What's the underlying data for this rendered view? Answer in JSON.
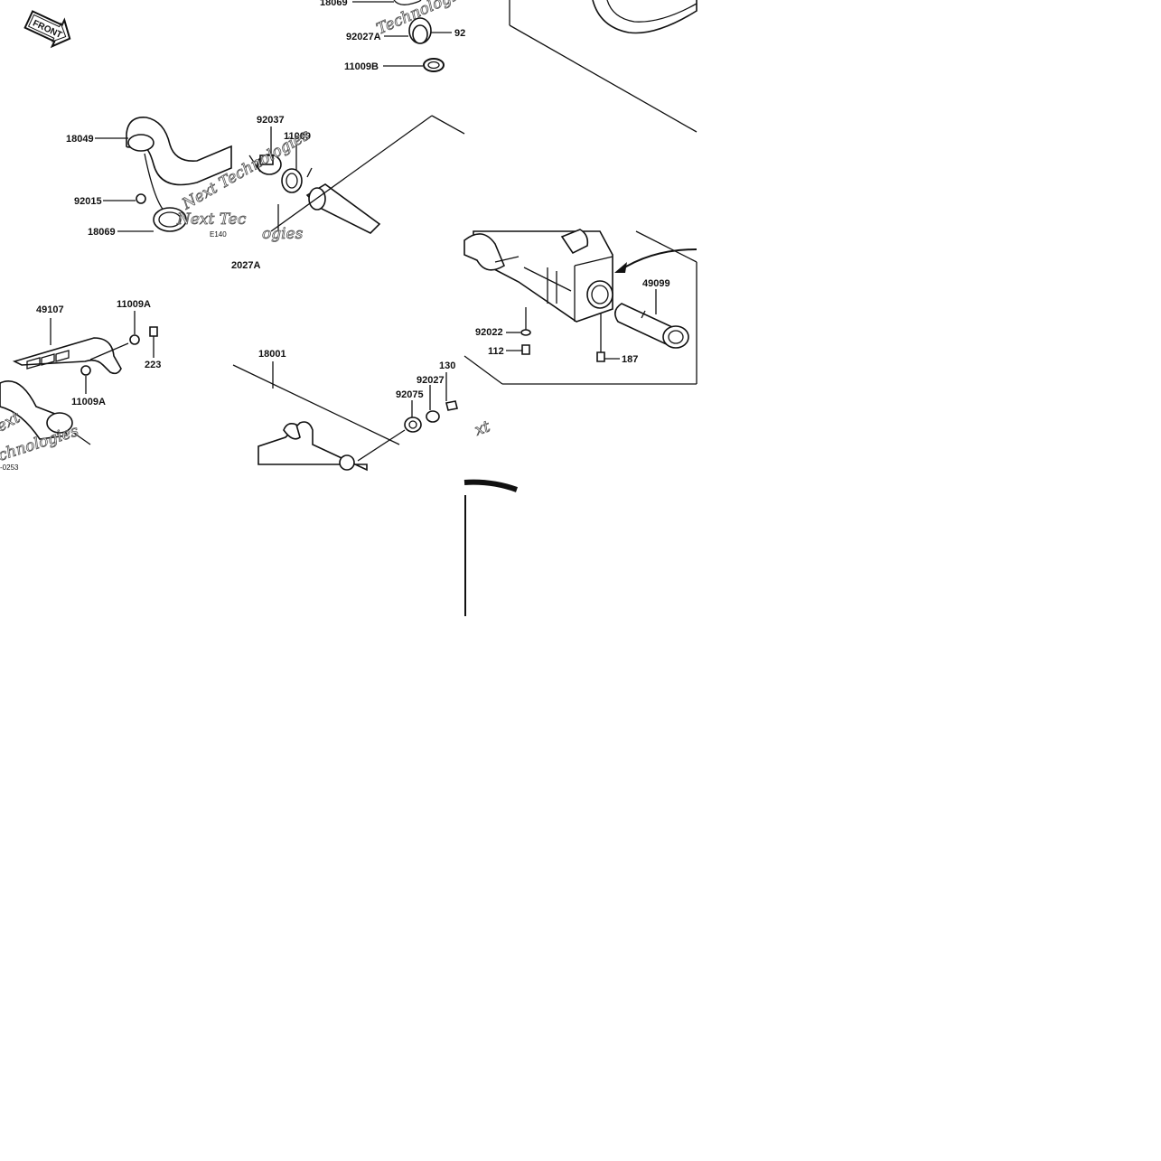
{
  "diagram": {
    "front_arrow_text": "FRONT",
    "labels": {
      "p18069_top": "18069",
      "p92027A_top": "92027A",
      "p92_cut": "92",
      "p11009B": "11009B",
      "p18049": "18049",
      "p92015": "92015",
      "p18069_left": "18069",
      "p92037": "92037",
      "p11009": "11009",
      "p2027A": "2027A",
      "p49107": "49107",
      "p11009A_top": "11009A",
      "p223": "223",
      "p11009A_bottom": "11009A",
      "p18001": "18001",
      "p130": "130",
      "p92027": "92027",
      "p92075": "92075",
      "p92022": "92022",
      "p112": "112",
      "p187": "187",
      "p49099": "49099",
      "p_e140": "E140",
      "p_code": "-0253"
    },
    "watermarks": {
      "wm_top": "Technologies",
      "wm_mid_a": "Next Tec",
      "wm_mid_b": "Next Technologies",
      "wm_mid_c": "ogies",
      "wm_bl_a": "ext",
      "wm_bl_b": "chnologies",
      "wm_right": "xt"
    }
  }
}
